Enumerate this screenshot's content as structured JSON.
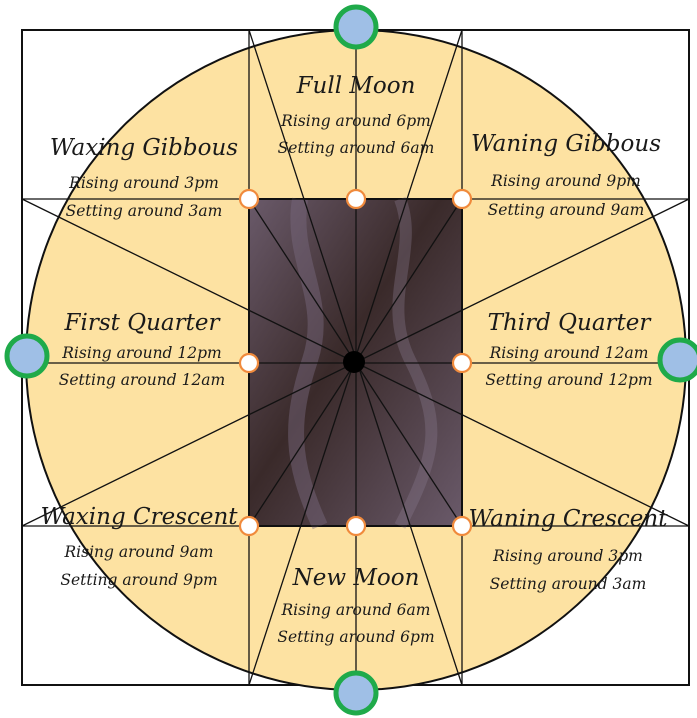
{
  "colors": {
    "disc_fill": "#fde2a2",
    "line": "#111111",
    "marker_outline": "#f08a3c",
    "marker_fill": "#ffffff",
    "cardinal_fill": "#9fbfe6",
    "cardinal_outline": "#1faa4a",
    "center": "#000000",
    "photo_dark": "#3a2a2a",
    "photo_mid": "#6a5a6a"
  },
  "phases": {
    "full": {
      "name": "Full Moon",
      "rising": "Rising around 6pm",
      "setting": "Setting around 6am"
    },
    "waxing_gibbous": {
      "name": "Waxing Gibbous",
      "rising": "Rising around 3pm",
      "setting": "Setting around 3am"
    },
    "waning_gibbous": {
      "name": "Waning Gibbous",
      "rising": "Rising around 9pm",
      "setting": "Setting around 9am"
    },
    "first_quarter": {
      "name": "First Quarter",
      "rising": "Rising around 12pm",
      "setting": "Setting around 12am"
    },
    "third_quarter": {
      "name": "Third Quarter",
      "rising": "Rising around 12am",
      "setting": "Setting around 12pm"
    },
    "waxing_crescent": {
      "name": "Waxing Crescent",
      "rising": "Rising around 9am",
      "setting": "Setting around 9pm"
    },
    "waning_crescent": {
      "name": "Waning Crescent",
      "rising": "Rising around 3pm",
      "setting": "Setting around 3am"
    },
    "new": {
      "name": "New Moon",
      "rising": "Rising around 6am",
      "setting": "Setting around 6pm"
    }
  }
}
